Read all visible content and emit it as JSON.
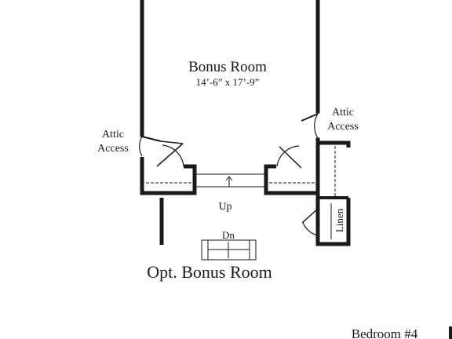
{
  "rooms": {
    "bonus_room": {
      "name": "Bonus Room",
      "dimensions": "14’-6” x 17’-9”"
    }
  },
  "labels": {
    "attic_access_left": {
      "line1": "Attic",
      "line2": "Access"
    },
    "attic_access_right": {
      "line1": "Attic",
      "line2": "Access"
    },
    "stair_up": "Up",
    "stair_down": "Dn",
    "linen": "Linen",
    "bedroom": "Bedroom #4"
  },
  "caption": "Opt. Bonus Room"
}
